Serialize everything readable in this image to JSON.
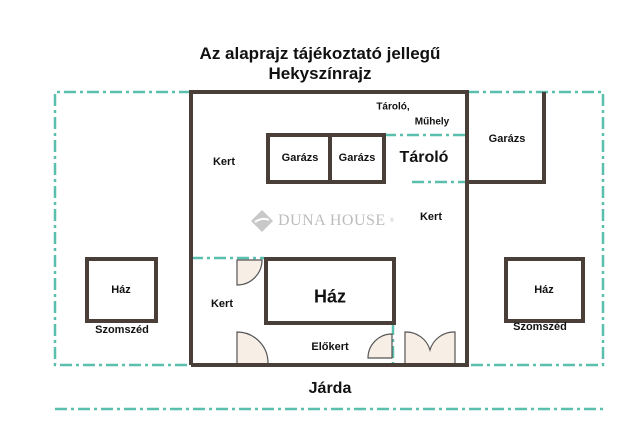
{
  "title": {
    "line1": "Az alaprajz tájékoztató jellegű",
    "line2": "Hekyszínrajz"
  },
  "labels": {
    "kert_top": "Kert",
    "garazs_1": "Garázs",
    "garazs_2": "Garázs",
    "tarolo_muhely_1": "Tároló,",
    "tarolo_muhely_2": "Műhely",
    "tarolo": "Tároló",
    "garazs_right": "Garázs",
    "kert_right": "Kert",
    "kert_left": "Kert",
    "haz_main": "Ház",
    "elokert": "Előkert",
    "haz_left_neighbor": "Ház",
    "szomszed_left": "Szomszéd",
    "haz_right_neighbor": "Ház",
    "szomszed_right": "Szomszéd",
    "jarda": "Járda"
  },
  "watermark": {
    "text": "DUNA HOUSE",
    "mark": "®",
    "icon": "duna-house-logo-icon"
  },
  "colors": {
    "wall": "#4a3f38",
    "boundary": "#5bbfae",
    "door_fill": "#f7efe6",
    "watermark": "#bdbdbd"
  }
}
